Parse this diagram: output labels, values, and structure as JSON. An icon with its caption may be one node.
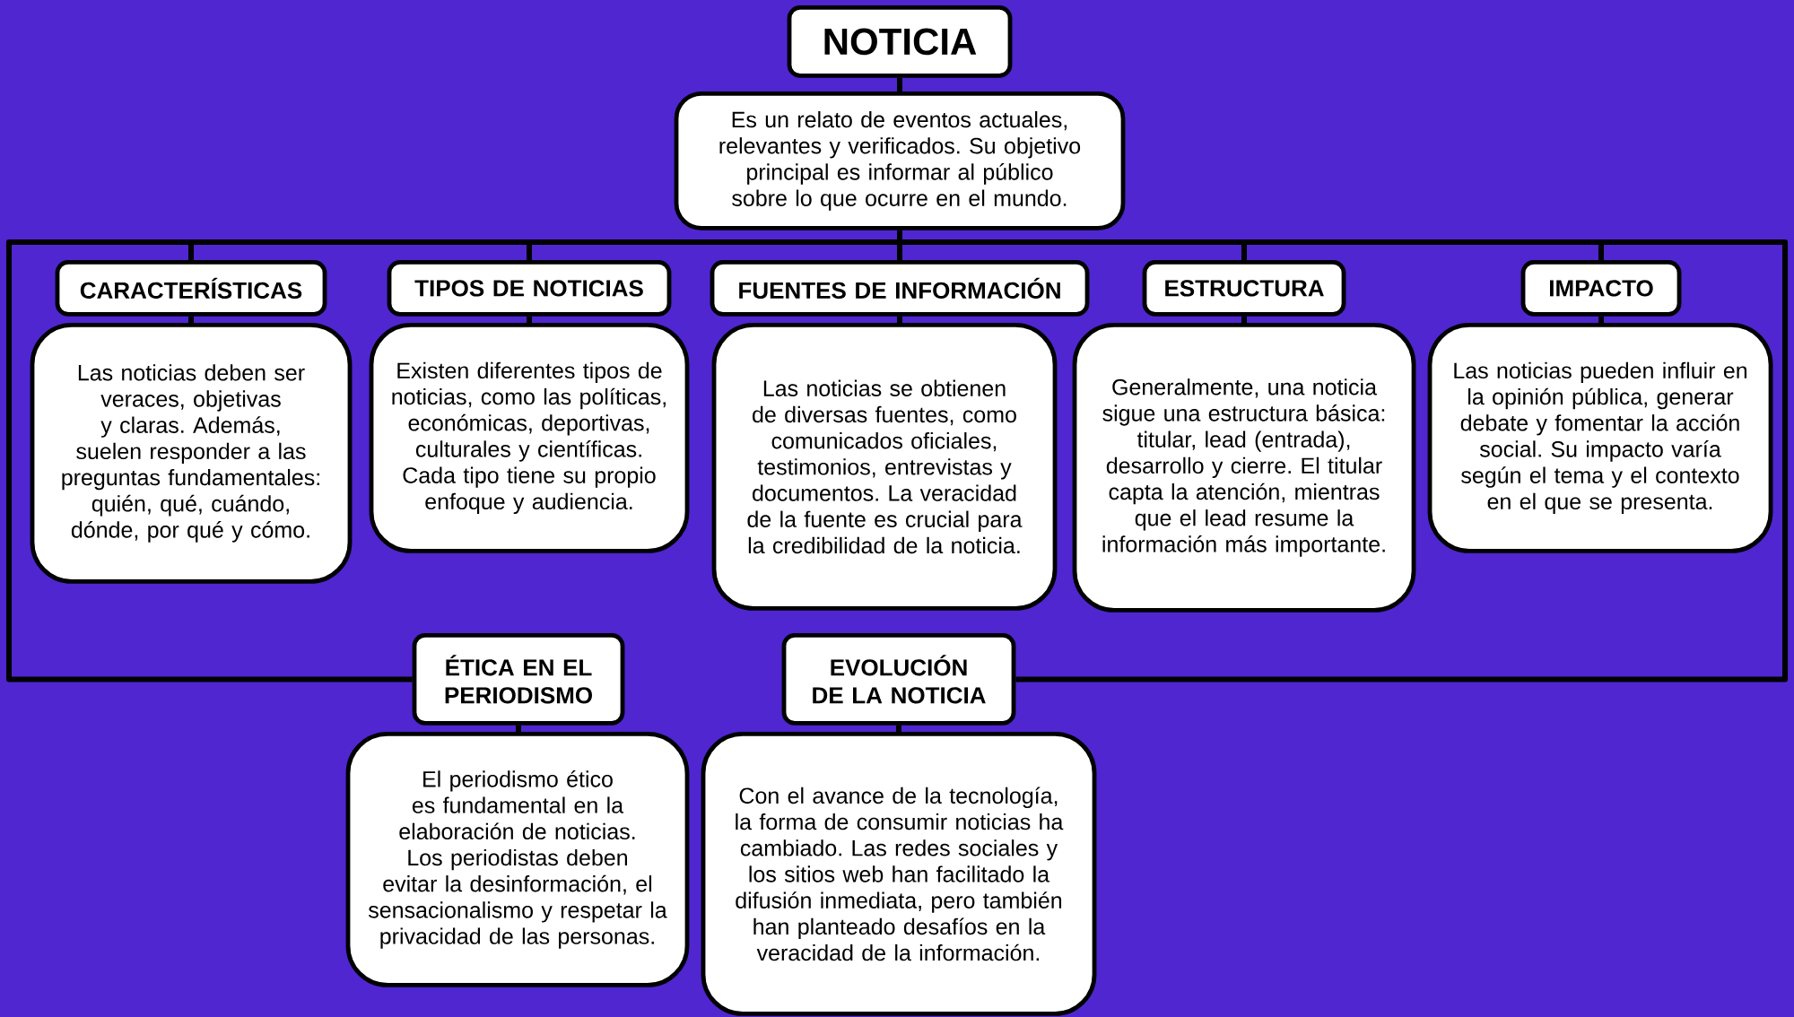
{
  "diagram": {
    "nodes": [
      {
        "text": [
          "NOTICIA"
        ]
      },
      {
        "text": [
          "Es un relato de eventos actuales, relevantes y verificados. Su objetivo principal es informar al público sobre lo que ocurre en el mundo."
        ]
      },
      {
        "text": [
          "CARACTERÍSTICAS"
        ]
      },
      {
        "text": [
          "Las noticias deben ser veraces, objetivas y claras. Además, suelen responder a las preguntas fundamentales: quién, qué, cuándo, dónde, por qué y cómo."
        ]
      },
      {
        "text": [
          "TIPOS DE NOTICIAS"
        ]
      },
      {
        "text": [
          "Existen diferentes tipos de noticias, como las políticas, económicas, deportivas, culturales y científicas. Cada tipo tiene su propio enfoque y audiencia."
        ]
      },
      {
        "text": [
          "FUENTES DE INFORMACIÓN"
        ]
      },
      {
        "text": [
          "Las noticias se obtienen de diversas fuentes, como comunicados oficiales, testimonios, entrevistas y documentos. La veracidad de la fuente es crucial para la credibilidad de la noticia."
        ]
      },
      {
        "text": [
          "ESTRUCTURA"
        ]
      },
      {
        "text": [
          "Generalmente, una noticia sigue una estructura básica: titular, lead (entrada), desarrollo y cierre. El titular capta la atención, mientras que el lead resume la información más importante."
        ]
      },
      {
        "text": [
          "IMPACTO"
        ]
      },
      {
        "text": [
          "Las noticias pueden influir en la opinión pública, generar debate y fomentar la acción social. Su impacto varía según el tema y el contexto en el que se presenta."
        ]
      },
      {
        "text": [
          "ÉTICA EN EL PERIODISMO"
        ]
      },
      {
        "text": [
          "El periodismo ético es fundamental en la elaboración de noticias. Los periodistas deben evitar la desinformación, el sensacionalismo y respetar la privacidad de las personas."
        ]
      },
      {
        "text": [
          "EVOLUCIÓN DE LA NOTICIA"
        ]
      },
      {
        "text": [
          "Con el avance de la tecnología, la forma de consumir noticias ha cambiado. Las redes sociales y los sitios web han facilitado la difusión inmediata, pero también han planteado desafíos en la veracidad de la información."
        ]
      }
    ],
    "edges": [
      {
        "from": 0,
        "to": 1,
        "arrow": "none"
      },
      {
        "from": 1,
        "to": 2,
        "arrow": "none"
      },
      {
        "from": 1,
        "to": 4,
        "arrow": "none"
      },
      {
        "from": 1,
        "to": 6,
        "arrow": "none"
      },
      {
        "from": 1,
        "to": 8,
        "arrow": "none"
      },
      {
        "from": 1,
        "to": 10,
        "arrow": "none"
      },
      {
        "from": 1,
        "to": 12,
        "arrow": "none"
      },
      {
        "from": 1,
        "to": 14,
        "arrow": "none"
      },
      {
        "from": 2,
        "to": 3,
        "arrow": "none"
      },
      {
        "from": 4,
        "to": 5,
        "arrow": "none"
      },
      {
        "from": 6,
        "to": 7,
        "arrow": "none"
      },
      {
        "from": 8,
        "to": 9,
        "arrow": "none"
      },
      {
        "from": 10,
        "to": 11,
        "arrow": "none"
      },
      {
        "from": 12,
        "to": 13,
        "arrow": "none"
      },
      {
        "from": 14,
        "to": 15,
        "arrow": "none"
      }
    ]
  }
}
